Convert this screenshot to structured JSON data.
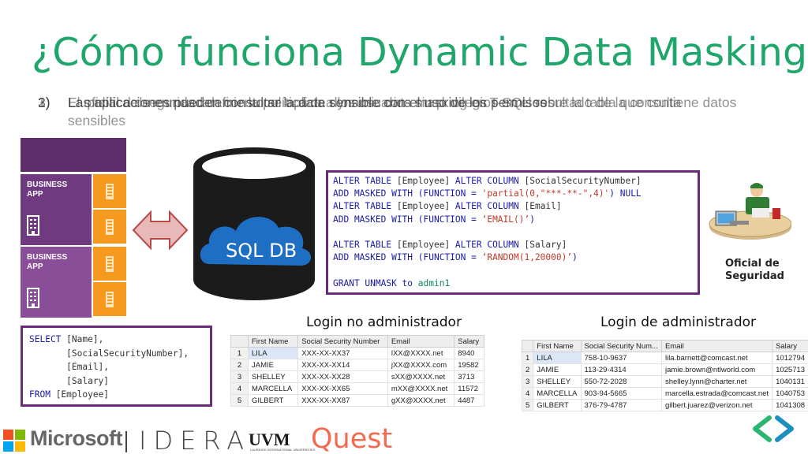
{
  "slide": {
    "title": "¿Cómo funciona Dynamic Data Masking?",
    "overlapping_bullets": [
      {
        "num": "1)",
        "text": "El oficial de seguridad define la política de dynamic data masking en T-SQL sobre la tabla que contiene datos sensibles"
      },
      {
        "num": "2)",
        "text": "La política de enmascaramiento se aplica a los usuarios sin privilegios en el resultado de la consulta"
      },
      {
        "num": "3)",
        "text": "Las aplicaciones pueden consultar la data sensible con el uso de los permisos"
      }
    ]
  },
  "apps": [
    {
      "label": "BUSINESS APP"
    },
    {
      "label": "BUSINESS APP"
    }
  ],
  "sql_db": {
    "label": "SQL DB"
  },
  "masking_code": {
    "line1_a": "ALTER TABLE ",
    "line1_b": "[Employee]",
    "line1_c": " ALTER COLUMN ",
    "line1_d": "[SocialSecurityNumber]",
    "line2_a": "ADD MASKED WITH (FUNCTION = ",
    "line2_b": "'partial(0,\"***-**-\",4)'",
    "line2_c": ") NULL",
    "line3_a": "ALTER TABLE ",
    "line3_b": "[Employee]",
    "line3_c": " ALTER COLUMN ",
    "line3_d": "[Email]",
    "line4_a": "ADD MASKED WITH (FUNCTION = ",
    "line4_b": "‘EMAIL()’",
    "line4_c": ")",
    "line5_a": "ALTER TABLE ",
    "line5_b": "[Employee]",
    "line5_c": " ALTER COLUMN ",
    "line5_d": "[Salary]",
    "line6_a": "ADD MASKED WITH (FUNCTION = ",
    "line6_b": "‘RANDOM(1,20000)’",
    "line6_c": ")",
    "line7_a": "GRANT UNMASK to ",
    "line7_b": "admin1"
  },
  "officer": {
    "label_line1": "Oficial de",
    "label_line2": "Seguridad"
  },
  "select_code": {
    "l1_a": "SELECT ",
    "l1_b": "[Name],",
    "l2": "       [SocialSecurityNumber],",
    "l3": "       [Email],",
    "l4": "       [Salary]",
    "l5_a": "FROM ",
    "l5_b": "[Employee]"
  },
  "login_non_admin": {
    "title": "Login no administrador",
    "headers": [
      "",
      "First Name",
      "Social Security Number",
      "Email",
      "Salary"
    ],
    "rows": [
      [
        "1",
        "LILA",
        "XXX-XX-XX37",
        "lXX@XXXX.net",
        "8940"
      ],
      [
        "2",
        "JAMIE",
        "XXX-XX-XX14",
        "jXX@XXXX.com",
        "19582"
      ],
      [
        "3",
        "SHELLEY",
        "XXX-XX-XX28",
        "sXX@XXXX.net",
        "3713"
      ],
      [
        "4",
        "MARCELLA",
        "XXX-XX-XX65",
        "mXX@XXXX.net",
        "11572"
      ],
      [
        "5",
        "GILBERT",
        "XXX-XX-XX87",
        "gXX@XXXX.net",
        "4487"
      ]
    ]
  },
  "login_admin": {
    "title": "Login de administrador",
    "headers": [
      "",
      "First Name",
      "Social Security Num...",
      "Email",
      "Salary"
    ],
    "rows": [
      [
        "1",
        "LILA",
        "758-10-9637",
        "lila.barnett@comcast.net",
        "1012794"
      ],
      [
        "2",
        "JAMIE",
        "113-29-4314",
        "jamie.brown@ntlworld.com",
        "1025713"
      ],
      [
        "3",
        "SHELLEY",
        "550-72-2028",
        "shelley.lynn@charter.net",
        "1040131"
      ],
      [
        "4",
        "MARCELLA",
        "903-94-5665",
        "marcella.estrada@comcast.net",
        "1040753"
      ],
      [
        "5",
        "GILBERT",
        "376-79-4787",
        "gilbert.juarez@verizon.net",
        "1041308"
      ]
    ]
  },
  "footer": {
    "microsoft": "Microsoft",
    "idera": "IDERA",
    "uvm": "UVM",
    "uvm_sub": "LAUREATE INTERNATIONAL UNIVERSITIES",
    "quest": "Quest"
  },
  "colors": {
    "title_green": "#1fa66a",
    "purple_border": "#6a2b78",
    "orange": "#f59a1f",
    "db_blue": "#1e6fc4",
    "quest_orange": "#f26a4f",
    "nav_green": "#2bb673"
  }
}
